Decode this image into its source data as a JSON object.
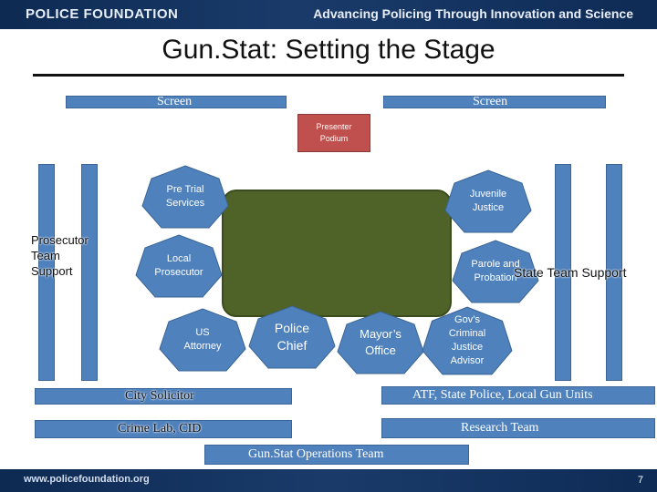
{
  "header": {
    "logo": "POLICE FOUNDATION",
    "tagline": "Advancing Policing Through Innovation and Science"
  },
  "title": "Gun.Stat: Setting the Stage",
  "screens": {
    "left": "Screen",
    "right": "Screen"
  },
  "podium": "Presenter Podium",
  "nodes": {
    "pretrial": "Pre Trial Services",
    "juvenile": "Juvenile Justice",
    "local_prosecutor": "Local Prosecutor",
    "parole": "Parole and Probation",
    "us_attorney": "US Attorney",
    "police_chief": "Police Chief",
    "mayors_office": "Mayor’s Office",
    "gov_advisor": "Gov’s Criminal Justice Advisor"
  },
  "side_labels": {
    "prosecutor_team": "Prosecutor Team Support",
    "state_team": "State Team Support"
  },
  "bars": {
    "city_solicitor": "City Solicitor",
    "atf": "ATF, State Police, Local Gun Units",
    "crime_lab": "Crime Lab, CID",
    "research": "Research Team",
    "operations": "Gun.Stat Operations Team"
  },
  "colors": {
    "blue": "#4f81bd",
    "table": "#4f6228",
    "podium": "#c0504d",
    "banner": "#0d2a52"
  },
  "footer": {
    "url": "www.policefoundation.org",
    "page": "7"
  }
}
